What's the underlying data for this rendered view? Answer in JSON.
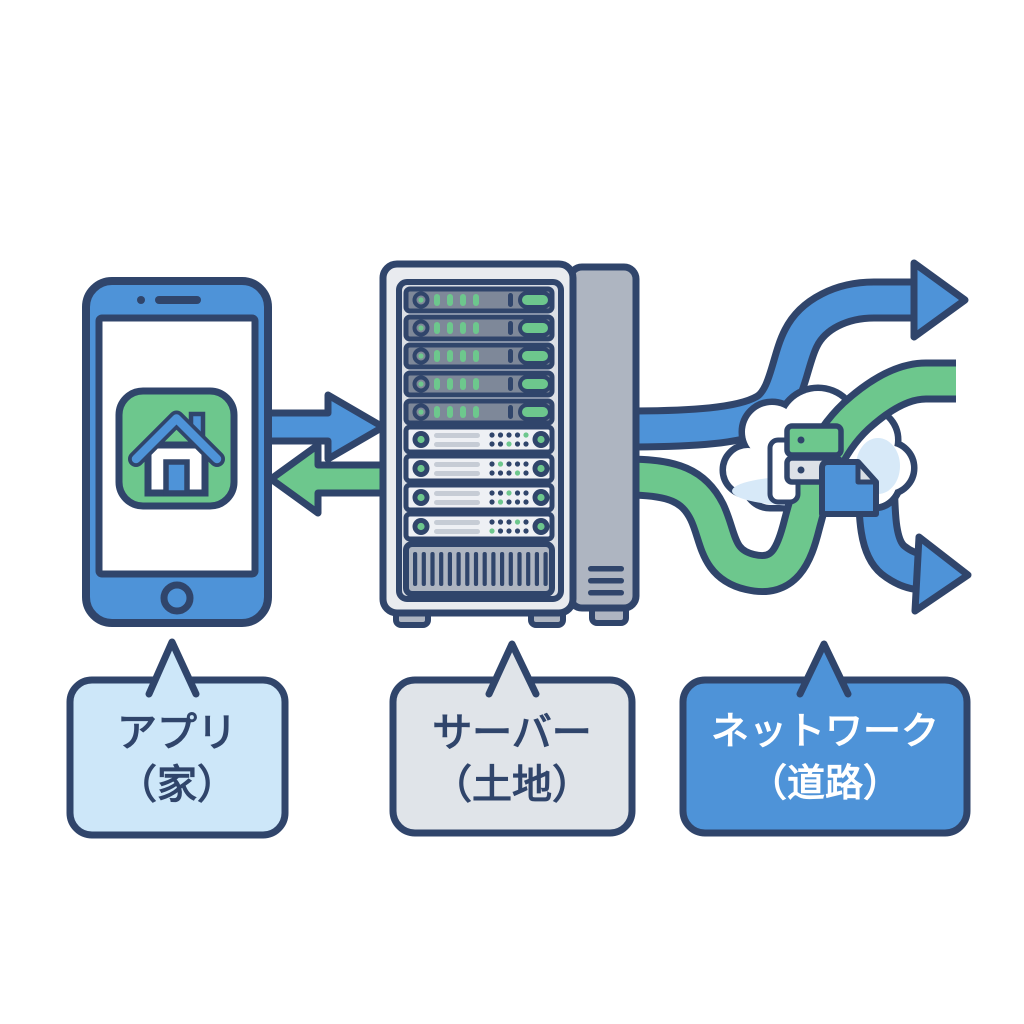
{
  "background_color": "#ffffff",
  "palette": {
    "outline_navy": "#30456b",
    "blue": "#4e93d8",
    "green": "#6dc78d",
    "app_bubble_fill": "#cde7f9",
    "server_bubble_fill": "#e0e4e9",
    "network_bubble_fill": "#4e93d8",
    "server_front_gray": "#e9ebef",
    "server_side_gray": "#aeb5c1",
    "server_unit_dark": "#7e8899",
    "server_unit_light": "#eef0f4",
    "cloud_fill": "#ffffff",
    "cloud_shade": "#d7e9f8"
  },
  "nodes": [
    {
      "id": "app",
      "icon": "smartphone-with-home-app-icon",
      "label": {
        "line1": "アプリ",
        "line2": "（家）"
      }
    },
    {
      "id": "server",
      "icon": "server-rack-icon",
      "label": {
        "line1": "サーバー",
        "line2": "（土地）"
      }
    },
    {
      "id": "network",
      "icon": "cloud-with-branching-roads-icon",
      "label": {
        "line1": "ネットワーク",
        "line2": "（道路）"
      }
    }
  ],
  "edges": [
    {
      "from": "app",
      "to": "server",
      "color": "#4e93d8",
      "shape": "straight-arrow-pointing-right"
    },
    {
      "from": "server",
      "to": "app",
      "color": "#6dc78d",
      "shape": "straight-arrow-pointing-left"
    },
    {
      "from": "server",
      "to": "network",
      "color": "#4e93d8",
      "shape": "band-curving-up-to-top-right-arrow"
    },
    {
      "from": "server",
      "to": "network",
      "color": "#6dc78d",
      "shape": "band-weaving-under-cloud-exiting-right-flat-end"
    },
    {
      "from": "network",
      "to": "offscreen-bottom-right",
      "color": "#4e93d8",
      "shape": "band-curving-down-to-arrow"
    }
  ]
}
